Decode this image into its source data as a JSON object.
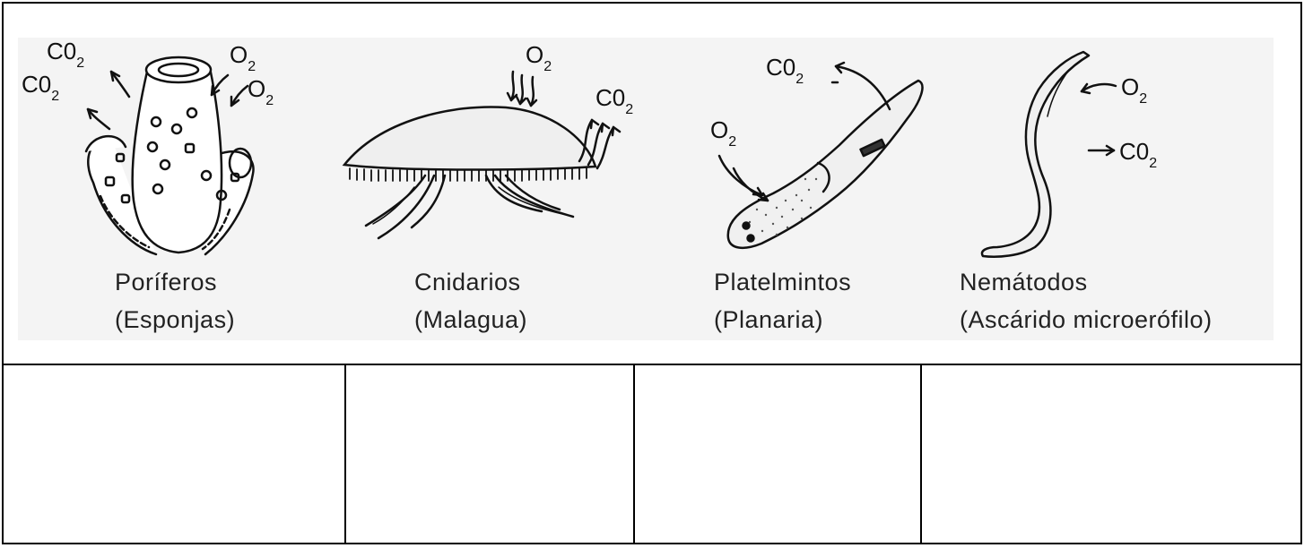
{
  "figure": {
    "animals": [
      {
        "name": "Poríferos",
        "common": "(Esponjas)",
        "gas_labels": [
          {
            "base": "C0",
            "sub": "2"
          },
          {
            "base": "C0",
            "sub": "2"
          },
          {
            "base": "O",
            "sub": "2"
          },
          {
            "base": "O",
            "sub": "2"
          }
        ]
      },
      {
        "name": "Cnidarios",
        "common": "(Malagua)",
        "gas_labels": [
          {
            "base": "O",
            "sub": "2"
          },
          {
            "base": "C0",
            "sub": "2"
          }
        ]
      },
      {
        "name": "Platelmintos",
        "common": "(Planaria)",
        "gas_labels": [
          {
            "base": "C0",
            "sub": "2"
          },
          {
            "base": "O",
            "sub": "2"
          }
        ]
      },
      {
        "name": "Nemátodos",
        "common": "(Ascárido microerófilo)",
        "gas_labels": [
          {
            "base": "O",
            "sub": "2"
          },
          {
            "base": "C0",
            "sub": "2"
          }
        ]
      }
    ]
  },
  "answer_cells": [
    "",
    "",
    "",
    ""
  ]
}
